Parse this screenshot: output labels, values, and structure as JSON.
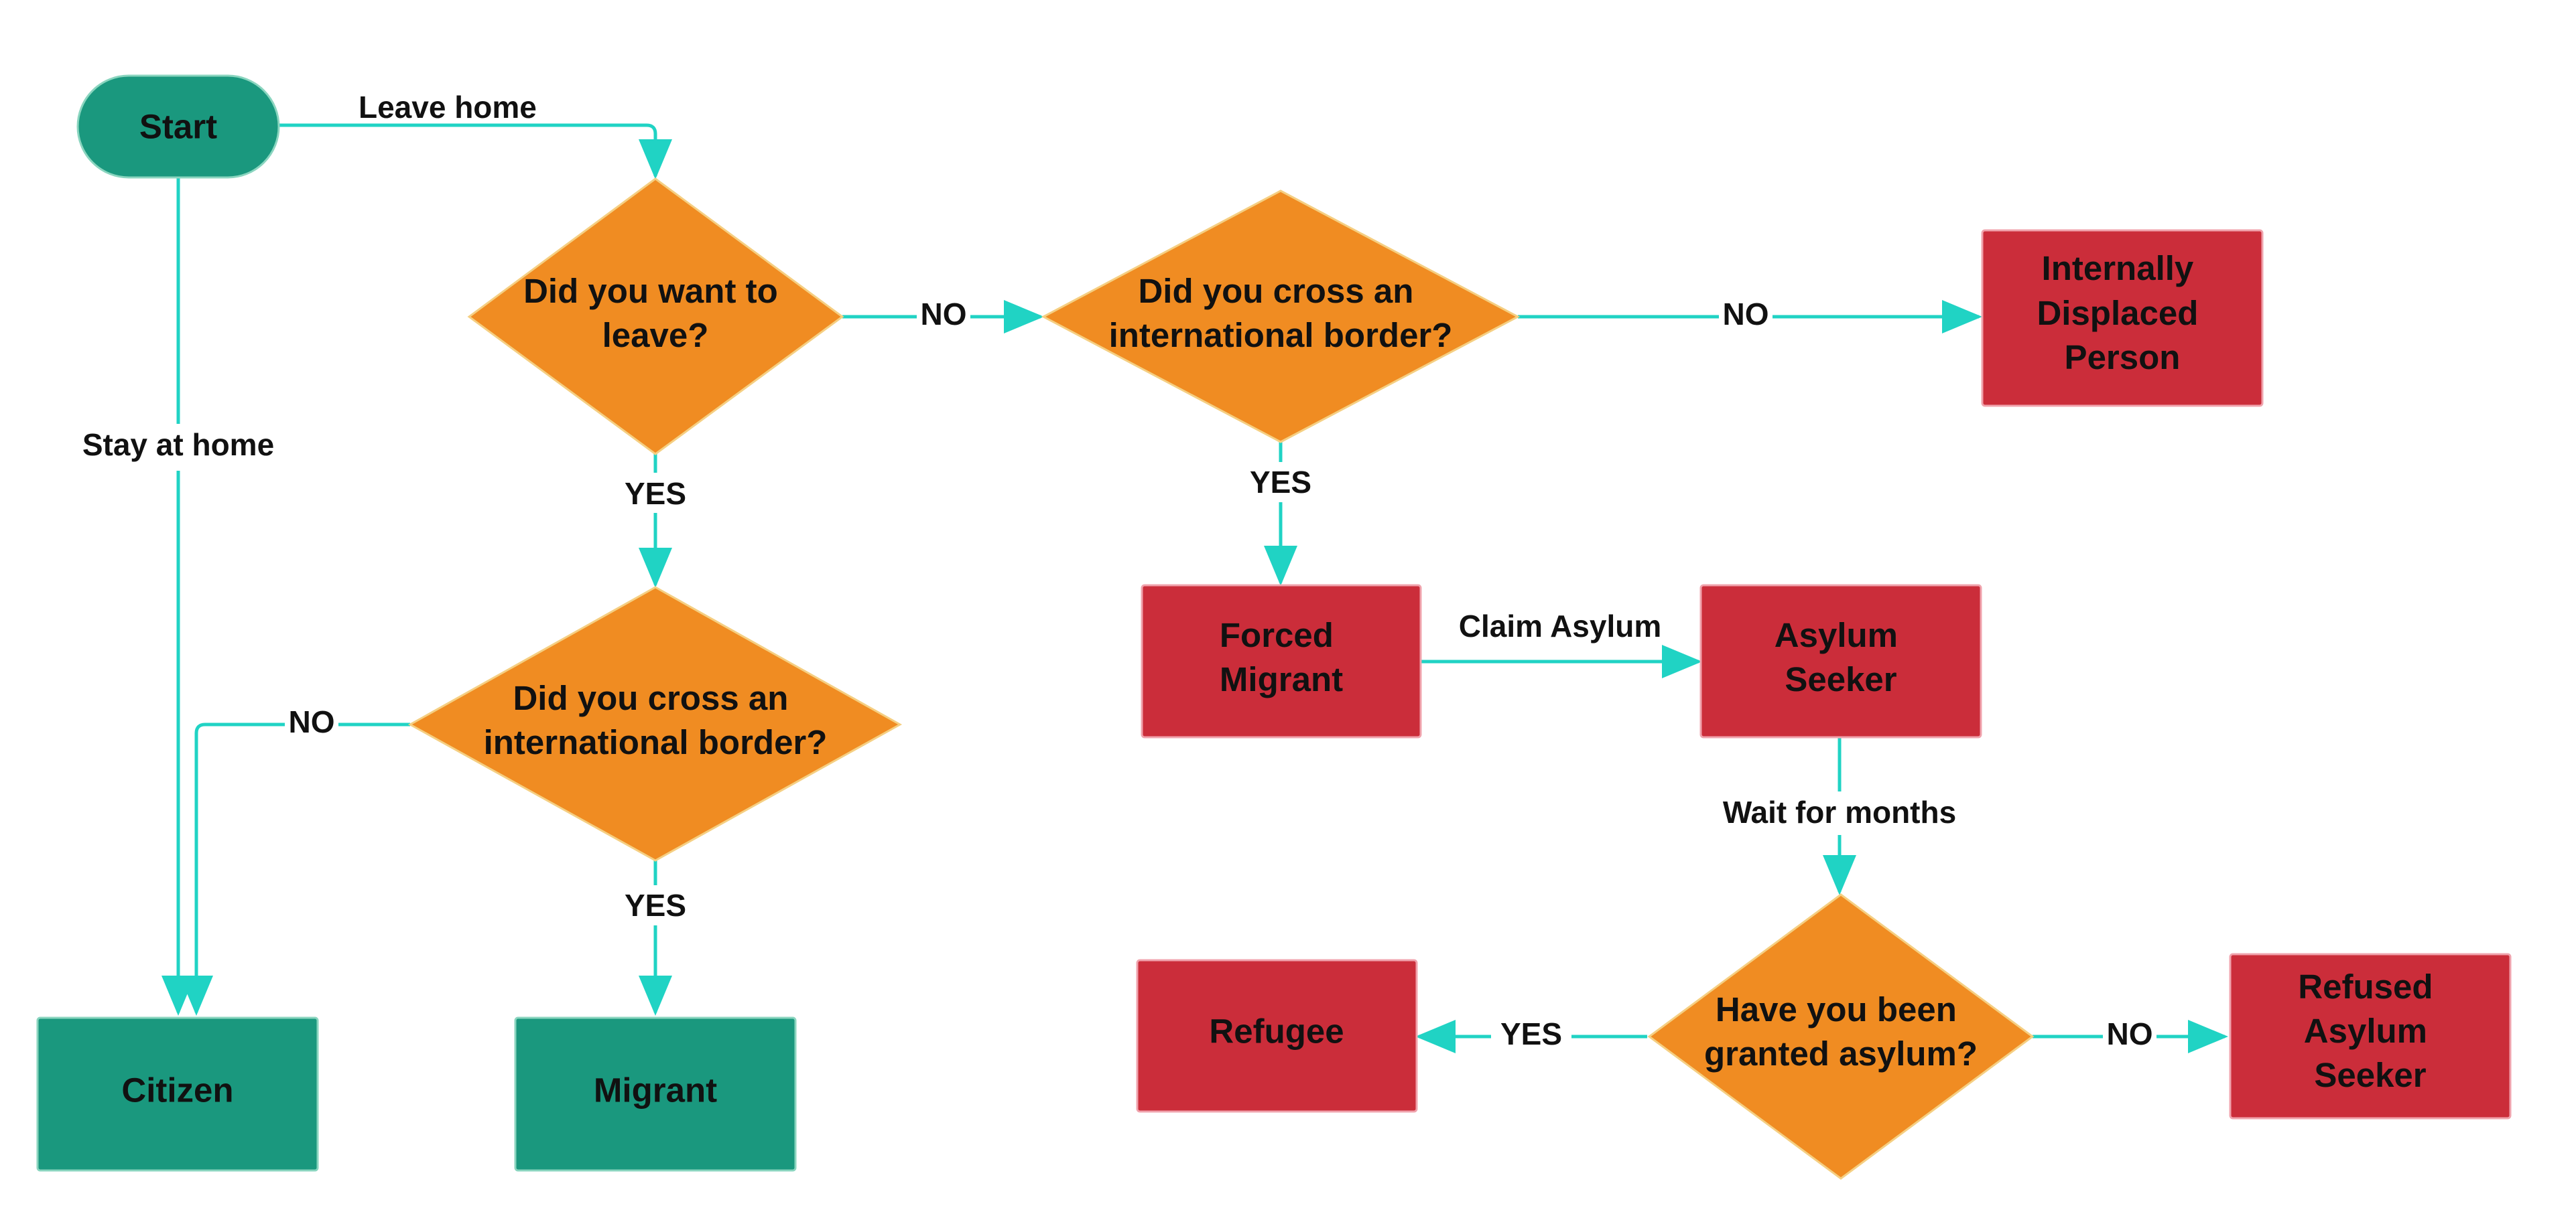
{
  "colors": {
    "terminal": "#1a987e",
    "decision": "#f08c22",
    "outcome": "#cb2d3a",
    "connector": "#20d3c4",
    "decision_border": "#f5cf82",
    "outcome_border": "#f0a3ad",
    "terminal_border": "#8ad5bf"
  },
  "nodes": {
    "start": "Start",
    "q_want_leave": [
      "Did you want to",
      "leave?"
    ],
    "q_cross_left": [
      "Did you cross an",
      "international border?"
    ],
    "q_cross_top": [
      "Did you cross an",
      "international border?"
    ],
    "citizen": "Citizen",
    "migrant": "Migrant",
    "idp": [
      "Internally",
      "Displaced",
      "Person"
    ],
    "forced_migrant": [
      "Forced",
      "Migrant"
    ],
    "asylum_seeker": [
      "Asylum",
      "Seeker"
    ],
    "q_granted": [
      "Have you been",
      "granted asylum?"
    ],
    "refugee": "Refugee",
    "refused": [
      "Refused",
      "Asylum",
      "Seeker"
    ]
  },
  "edges": {
    "leave_home": "Leave home",
    "stay_home": "Stay at home",
    "want_no": "NO",
    "want_yes": "YES",
    "cross_left_no": "NO",
    "cross_left_yes": "YES",
    "cross_top_no": "NO",
    "cross_top_yes": "YES",
    "claim_asylum": "Claim Asylum",
    "wait_months": "Wait for months",
    "granted_yes": "YES",
    "granted_no": "NO"
  }
}
